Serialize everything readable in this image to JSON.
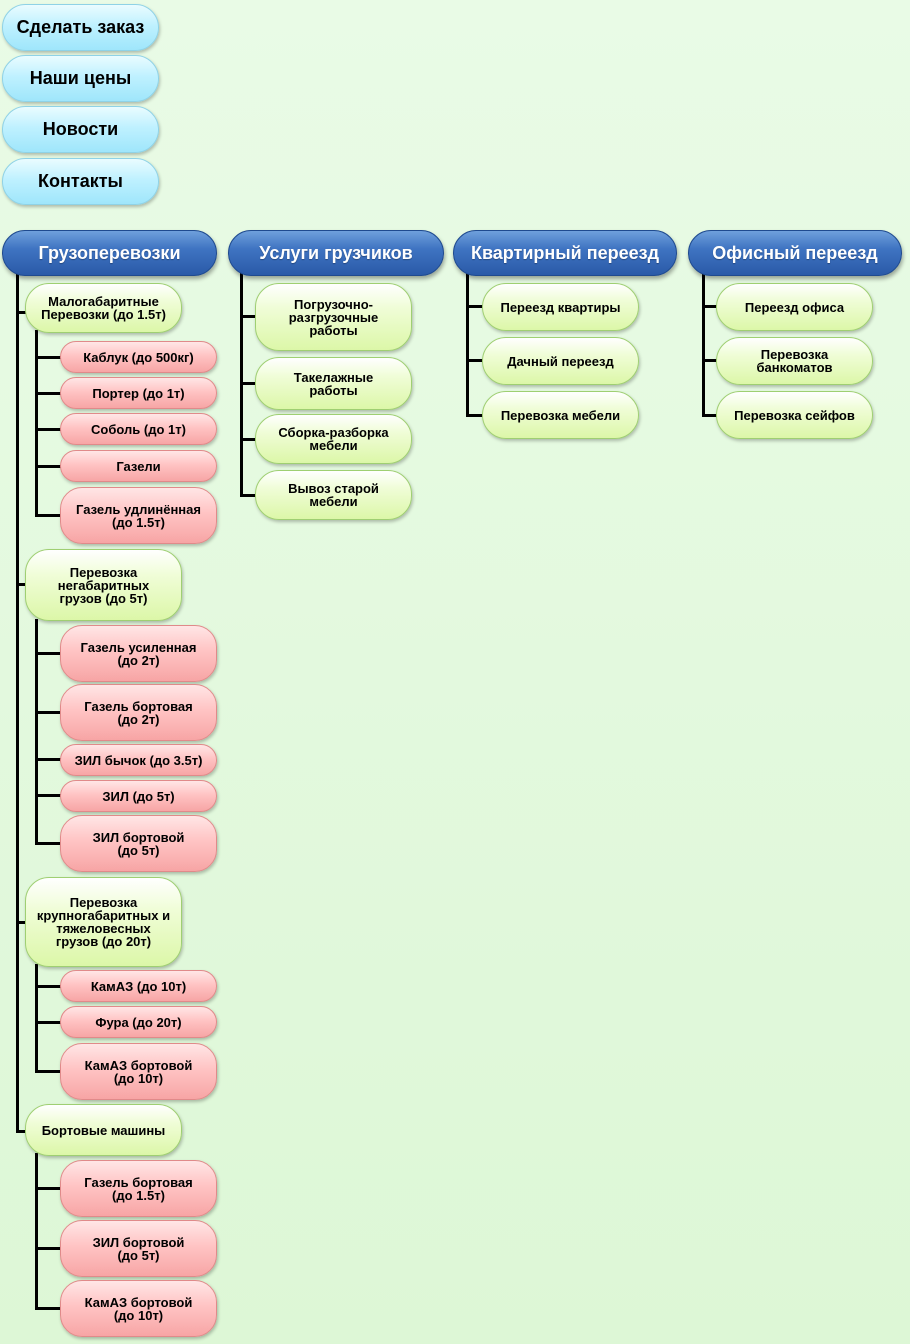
{
  "nav": [
    {
      "label": "Сделать заказ"
    },
    {
      "label": "Наши цены"
    },
    {
      "label": "Новости"
    },
    {
      "label": "Контакты"
    }
  ],
  "categories": [
    {
      "label": "Грузоперевозки",
      "groups": [
        {
          "label": "Малогабаритные\nПеревозки (до 1.5т)",
          "items": [
            "Каблук (до 500кг)",
            "Портер (до 1т)",
            "Соболь (до 1т)",
            "Газели",
            "Газель удлинённая\n(до 1.5т)"
          ]
        },
        {
          "label": "Перевозка\nнегабаритных\nгрузов (до 5т)",
          "items": [
            "Газель усиленная\n(до 2т)",
            "Газель бортовая\n(до 2т)",
            "ЗИЛ бычок (до 3.5т)",
            "ЗИЛ (до 5т)",
            "ЗИЛ бортовой\n(до 5т)"
          ]
        },
        {
          "label": "Перевозка\nкрупногабаритных и\nтяжеловесных\nгрузов (до 20т)",
          "items": [
            "КамАЗ (до 10т)",
            "Фура (до 20т)",
            "КамАЗ бортовой\n(до 10т)"
          ]
        },
        {
          "label": "Бортовые машины",
          "items": [
            "Газель бортовая\n(до 1.5т)",
            "ЗИЛ бортовой\n(до 5т)",
            "КамАЗ бортовой\n(до 10т)"
          ]
        }
      ]
    },
    {
      "label": "Услуги грузчиков",
      "items": [
        "Погрузочно-\nразгрузочные\nработы",
        "Такелажные\nработы",
        "Сборка-разборка\nмебели",
        "Вывоз старой\nмебели"
      ]
    },
    {
      "label": "Квартирный переезд",
      "items": [
        "Переезд квартиры",
        "Дачный переезд",
        "Перевозка мебели"
      ]
    },
    {
      "label": "Офисный переезд",
      "items": [
        "Переезд офиса",
        "Перевозка\nбанкоматов",
        "Перевозка сейфов"
      ]
    }
  ]
}
